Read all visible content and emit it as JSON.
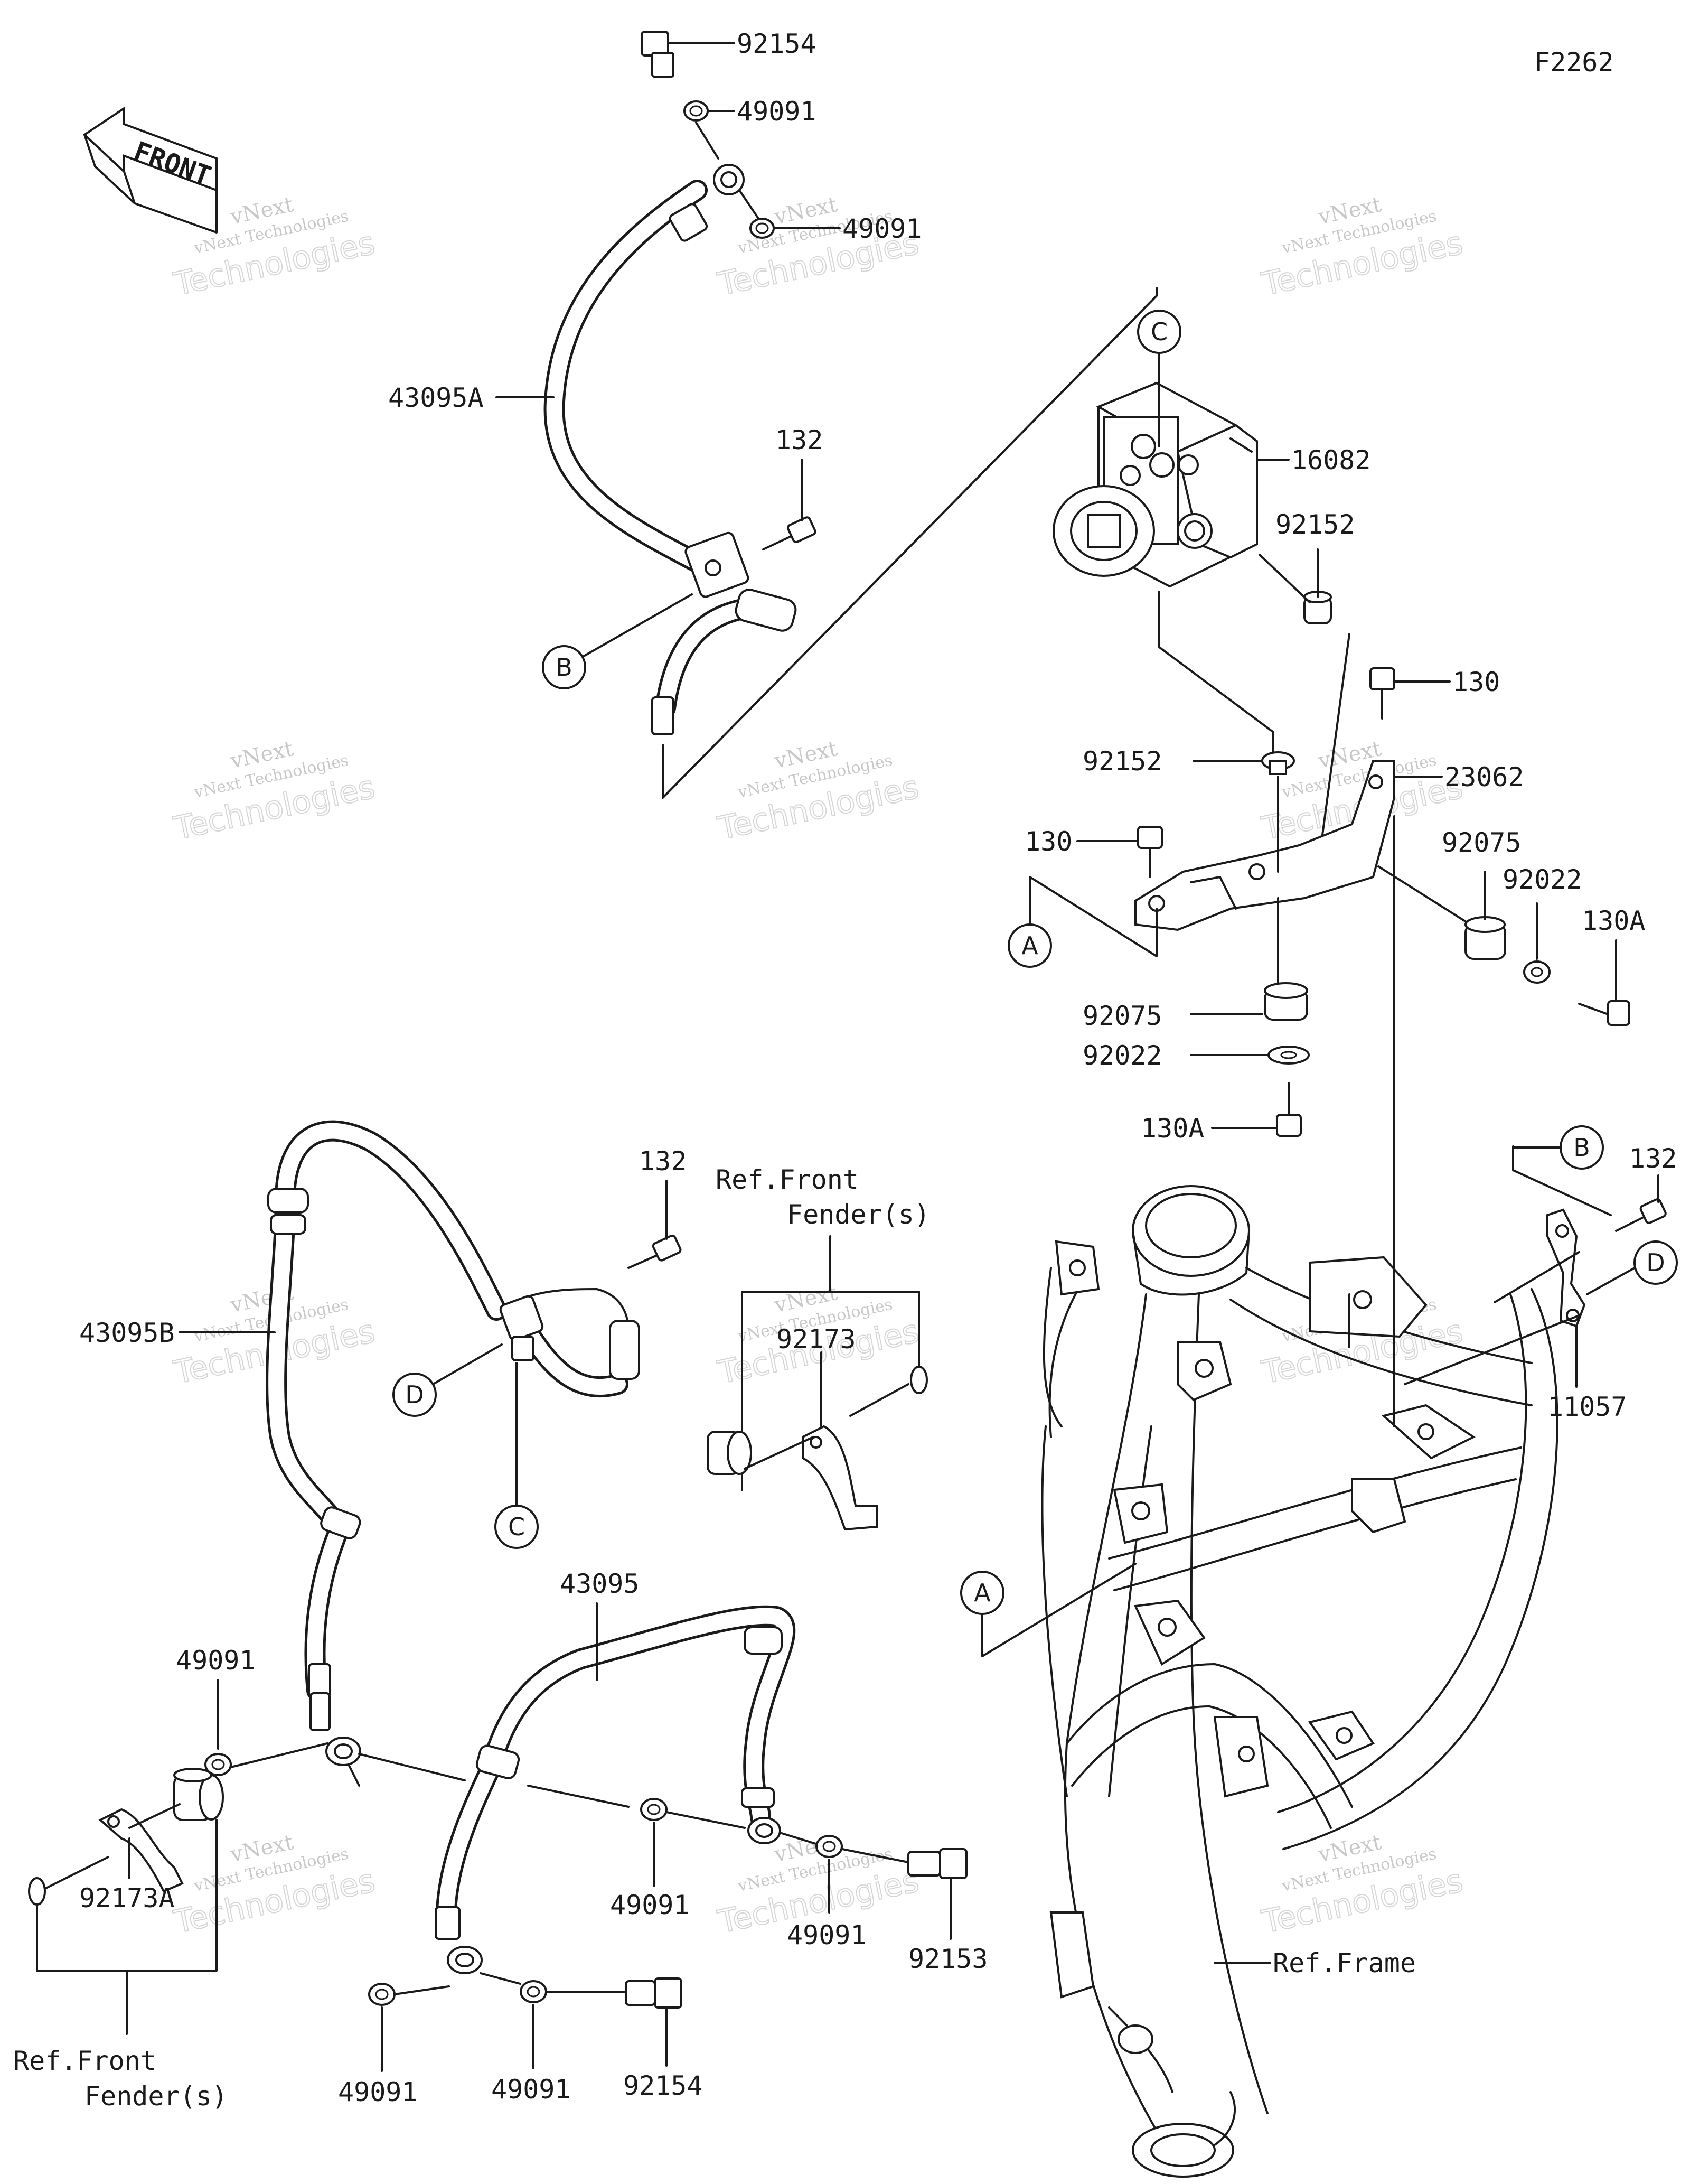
{
  "figure_code": "F2262",
  "front_label": "FRONT",
  "watermark": {
    "line1": "vNext",
    "line2": "vNext Technologies",
    "line3": "Technologies"
  },
  "part_labels": {
    "p92154_top": "92154",
    "p49091_a": "49091",
    "p49091_b": "49091",
    "p43095A": "43095A",
    "p132_a": "132",
    "p16082": "16082",
    "p92152_a": "92152",
    "p130_a": "130",
    "p92152_b": "92152",
    "p23062": "23062",
    "p130_b": "130",
    "p92075_a": "92075",
    "p92022_a": "92022",
    "p130A_a": "130A",
    "p92075_b": "92075",
    "p92022_b": "92022",
    "p130A_b": "130A",
    "p132_b": "132",
    "p132_c": "132",
    "p43095B": "43095B",
    "p92173": "92173",
    "p11057": "11057",
    "p49091_c": "49091",
    "p43095": "43095",
    "p49091_d": "49091",
    "p49091_e": "49091",
    "p92153": "92153",
    "p92173A": "92173A",
    "p49091_f": "49091",
    "p49091_g": "49091",
    "p92154_bottom": "92154"
  },
  "ref_labels": {
    "front_fender_top_line1": "Ref.Front",
    "front_fender_top_line2": "Fender(s)",
    "front_fender_bottom_line1": "Ref.Front",
    "front_fender_bottom_line2": "Fender(s)",
    "frame": "Ref.Frame"
  },
  "callouts": {
    "C_top": "C",
    "B_left": "B",
    "A_left": "A",
    "B_right": "B",
    "D_right": "D",
    "D_left": "D",
    "C_left": "C",
    "A_mid": "A"
  }
}
